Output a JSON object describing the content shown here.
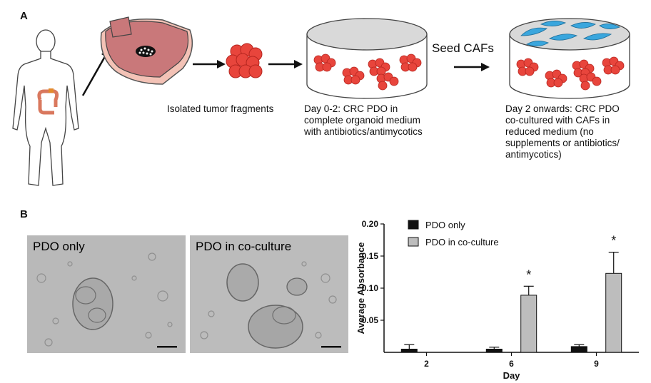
{
  "panel_a": {
    "letter": "A",
    "caption_fragments": "Isolated tumor fragments",
    "caption_day02": [
      "Day 0-2: CRC PDO in",
      "complete organoid medium",
      "with antibiotics/antimycotics"
    ],
    "seed_label": "Seed CAFs",
    "caption_day2": [
      "Day 2 onwards: CRC PDO",
      "co-cultured with CAFs in",
      "reduced medium (no",
      "supplements or antibiotics/",
      "antimycotics)"
    ]
  },
  "panel_b": {
    "letter": "B",
    "image_left_label": "PDO only",
    "image_right_label": "PDO in co-culture"
  },
  "colors": {
    "organoid": "#e8453c",
    "organoid_dark": "#b5251f",
    "caf": "#3aa6dd",
    "tissue": "#c9787a",
    "bar_pdo_only": "#111111",
    "bar_coculture": "#bdbdbd"
  },
  "chart_data": {
    "type": "bar",
    "ylabel": "Average Absorbance",
    "xlabel": "Day",
    "categories": [
      "2",
      "6",
      "9"
    ],
    "ylim": [
      0,
      0.2
    ],
    "yticks": [
      "0.20",
      "0.15",
      "0.10",
      "0.05"
    ],
    "ytick_values": [
      0.2,
      0.15,
      0.1,
      0.05
    ],
    "series": [
      {
        "name": "PDO only",
        "values": [
          0.005,
          0.005,
          0.009
        ],
        "errors": [
          0.007,
          0.003,
          0.003
        ]
      },
      {
        "name": "PDO in co-culture",
        "values": [
          0,
          0.089,
          0.123
        ],
        "errors": [
          0,
          0.014,
          0.033
        ]
      }
    ],
    "significance": [
      "",
      "*",
      "*"
    ],
    "legend": "top-left inside plot"
  }
}
